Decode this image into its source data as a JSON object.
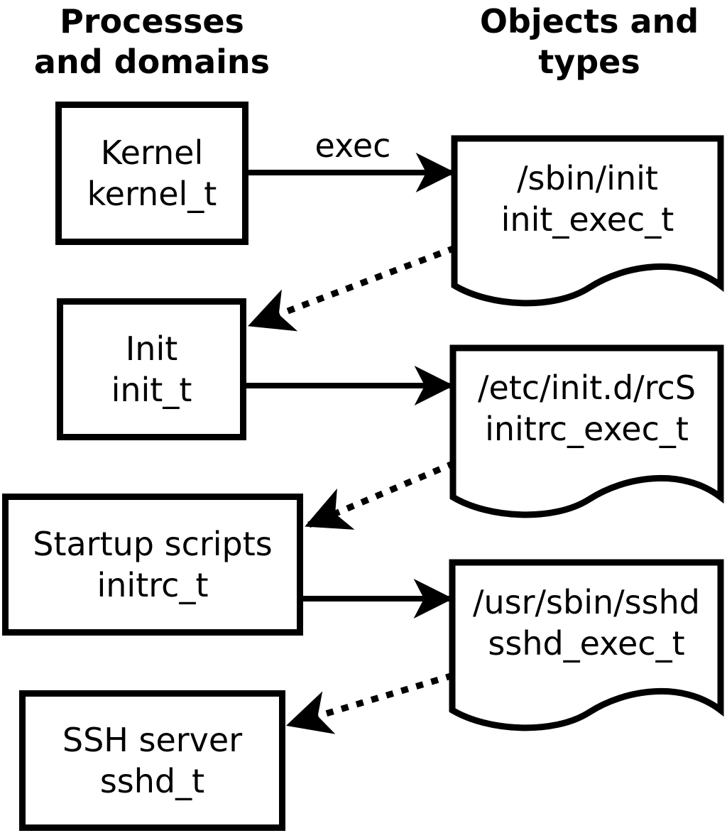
{
  "headers": {
    "left": {
      "line1": "Processes",
      "line2": "and domains"
    },
    "right": {
      "line1": "Objects and",
      "line2": "types"
    }
  },
  "process_boxes": [
    {
      "name": "Kernel",
      "domain": "kernel_t"
    },
    {
      "name": "Init",
      "domain": "init_t"
    },
    {
      "name": "Startup scripts",
      "domain": "initrc_t"
    },
    {
      "name": "SSH server",
      "domain": "sshd_t"
    }
  ],
  "object_nodes": [
    {
      "path": "/sbin/init",
      "type": "init_exec_t"
    },
    {
      "path": "/etc/init.d/rcS",
      "type": "initrc_exec_t"
    },
    {
      "path": "/usr/sbin/sshd",
      "type": "sshd_exec_t"
    }
  ],
  "edge_labels": {
    "exec": "exec"
  },
  "colors": {
    "ink": "#000000",
    "paper": "#ffffff"
  }
}
